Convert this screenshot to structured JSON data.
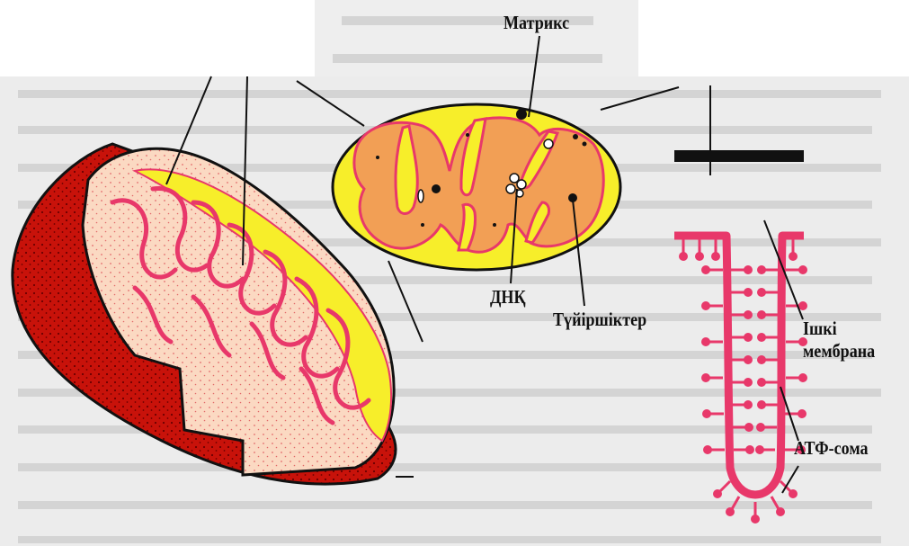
{
  "labels": {
    "matrix": "Матрикс",
    "dna": "ДНҚ",
    "granules": "Түйіршіктер",
    "inner_membrane_line1": "Ішкі",
    "inner_membrane_line2": "мембрана",
    "atp_synthase": "АТФ-сома"
  },
  "colors": {
    "outer_red": "#c8120a",
    "dark_red": "#7a0000",
    "inner_yellow": "#f7ee2a",
    "matrix_orange": "#f29f55",
    "crista_pink": "#e8386a",
    "cristae_light": "#fbd3b0",
    "membrane_black": "#111111"
  }
}
